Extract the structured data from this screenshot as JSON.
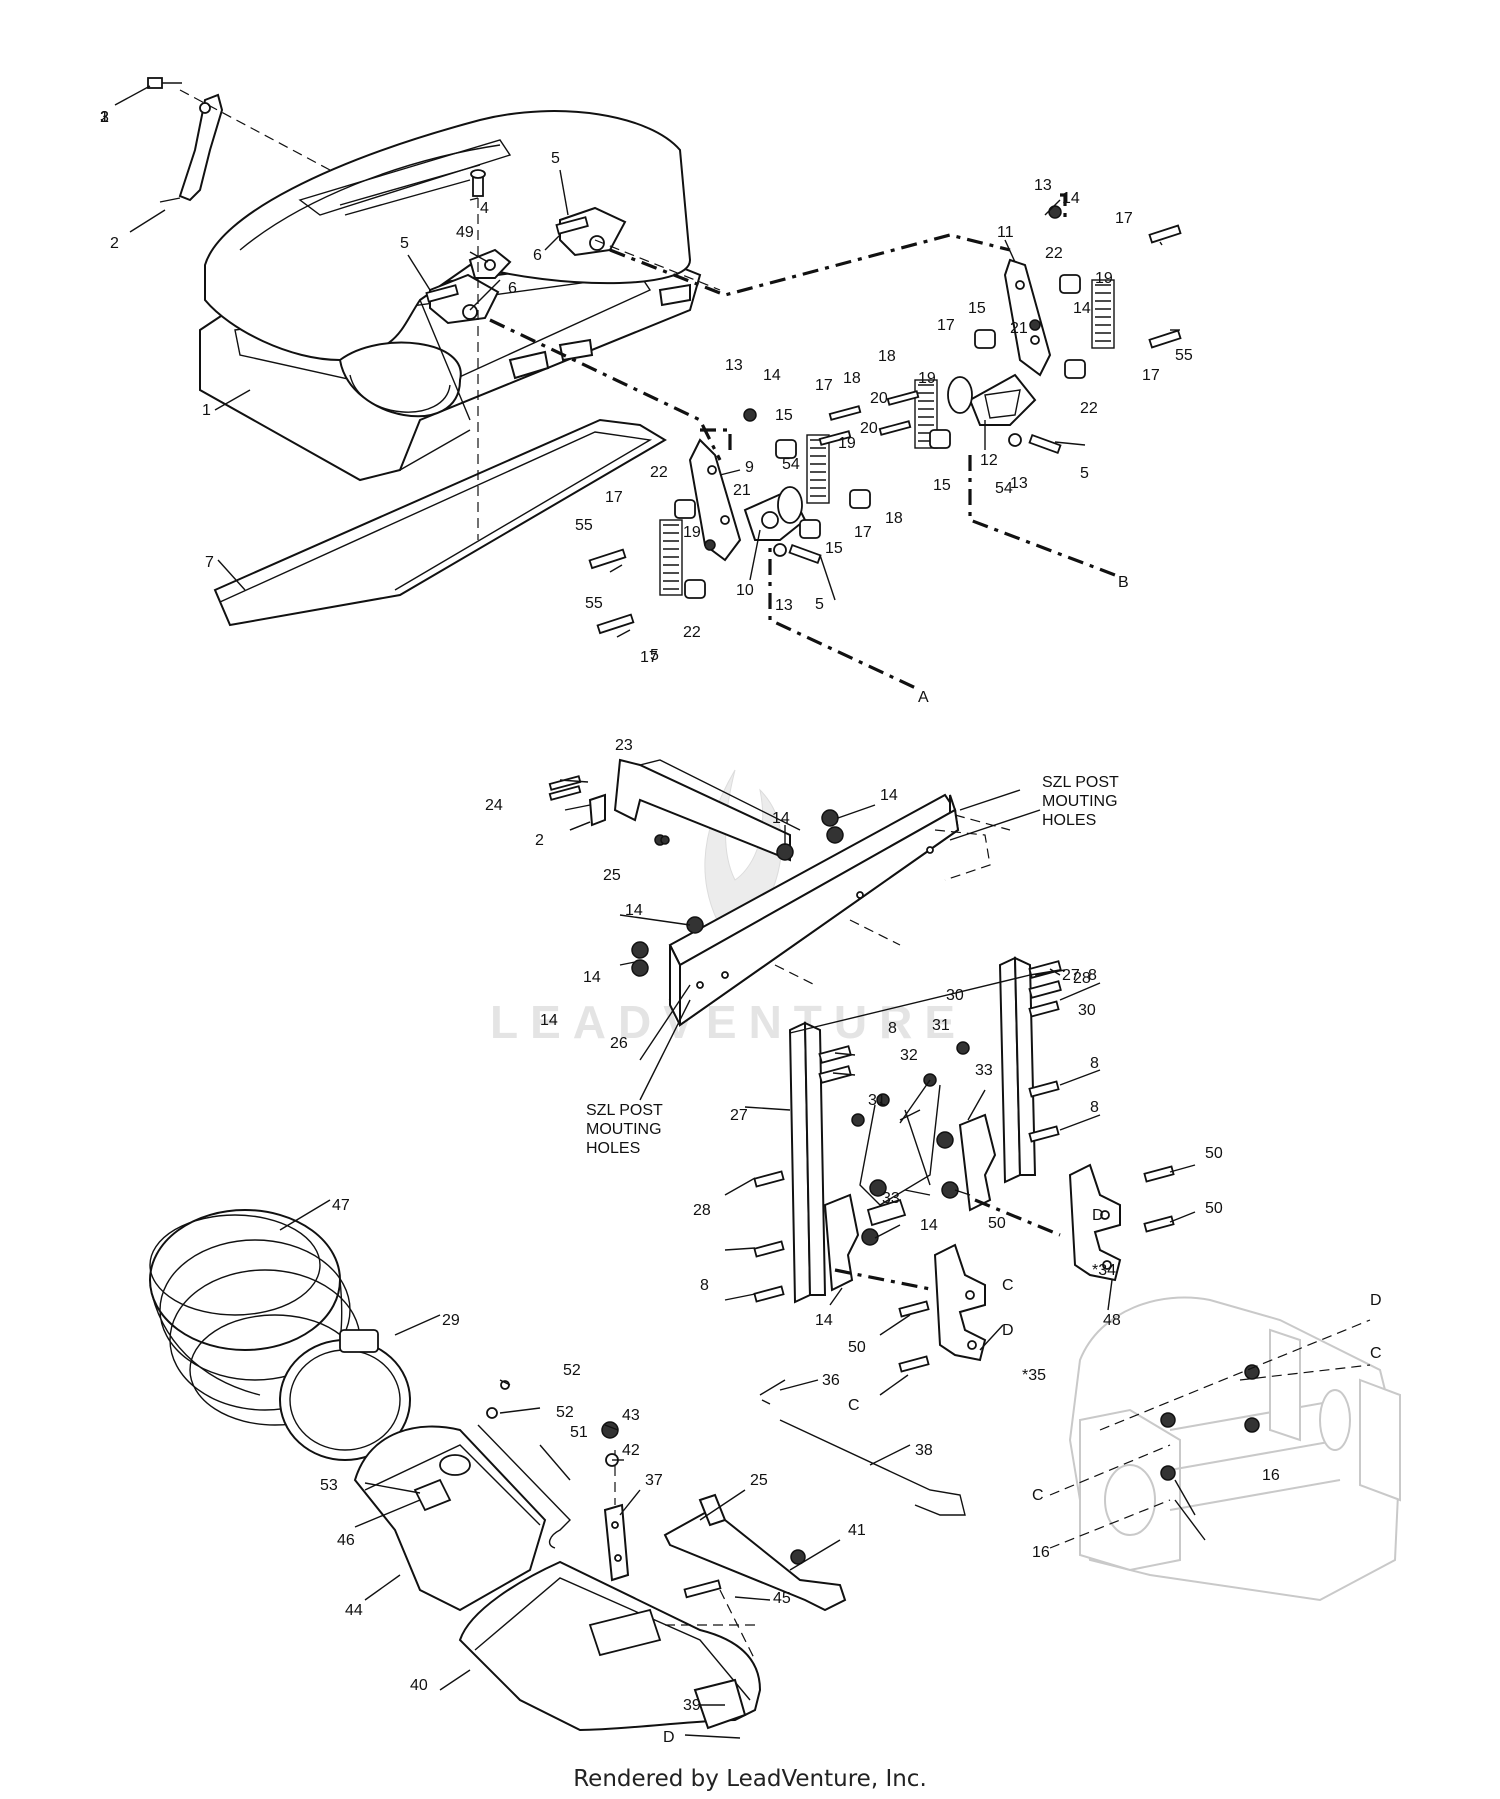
{
  "watermark": "LEADVENTURE",
  "footer": "Rendered by LeadVenture, Inc.",
  "notes": {
    "szl_top": [
      "SZL POST",
      "MOUTING",
      "HOLES"
    ],
    "szl_bottom": [
      "SZL POST",
      "MOUTING",
      "HOLES"
    ]
  },
  "callouts": [
    "1",
    "2",
    "3",
    "4",
    "5",
    "6",
    "5",
    "6",
    "49",
    "7",
    "9",
    "10",
    "11",
    "12",
    "13",
    "13",
    "13",
    "13",
    "14",
    "14",
    "14",
    "15",
    "15",
    "15",
    "15",
    "17",
    "17",
    "17",
    "17",
    "17",
    "17",
    "18",
    "18",
    "18",
    "19",
    "19",
    "19",
    "19",
    "20",
    "20",
    "21",
    "21",
    "22",
    "22",
    "22",
    "22",
    "54",
    "54",
    "5",
    "5",
    "55",
    "55",
    "55",
    "A",
    "B",
    "5",
    "17",
    "23",
    "24",
    "2",
    "25",
    "14",
    "14",
    "14",
    "14",
    "14",
    "26",
    "27",
    "27",
    "8",
    "8",
    "8",
    "8",
    "8",
    "28",
    "28",
    "30",
    "30",
    "31",
    "31",
    "32",
    "33",
    "33",
    "14",
    "14",
    "50",
    "50",
    "50",
    "50",
    "C",
    "C",
    "D",
    "D",
    "*34",
    "*35",
    "48",
    "47",
    "29",
    "52",
    "52",
    "53",
    "51",
    "46",
    "44",
    "43",
    "42",
    "37",
    "36",
    "38",
    "25",
    "41",
    "45",
    "40",
    "39",
    "D",
    "D",
    "C",
    "C",
    "16",
    "16"
  ]
}
